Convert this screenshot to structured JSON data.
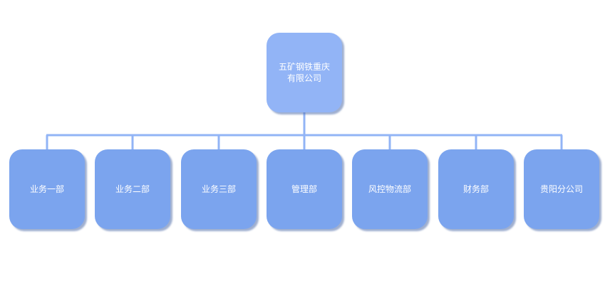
{
  "colors": {
    "root_fill": "#92b4f6",
    "dept_fill": "#7ba4ee",
    "connector": "#92b4f6",
    "text": "#ffffff"
  },
  "root": {
    "label": "五矿钢铁重庆有限公司"
  },
  "departments": [
    {
      "label": "业务一部"
    },
    {
      "label": "业务二部"
    },
    {
      "label": "业务三部"
    },
    {
      "label": "管理部"
    },
    {
      "label": "风控物流部"
    },
    {
      "label": "财务部"
    },
    {
      "label": "贵阳分公司"
    }
  ]
}
